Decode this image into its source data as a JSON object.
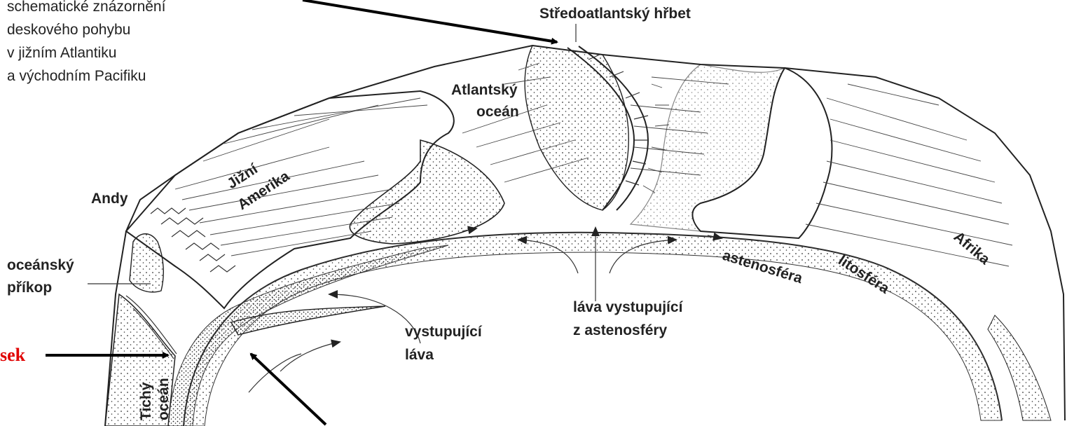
{
  "caption": {
    "line1": "schematické znázornění",
    "line2": "deskového pohybu",
    "line3": "v jižním Atlantiku",
    "line4": "a východním Pacifiku"
  },
  "labels": {
    "ridge": "Středoatlantský hřbet",
    "atlantic_1": "Atlantský",
    "atlantic_2": "oceán",
    "south_america_1": "Jižní",
    "south_america_2": "Amerika",
    "andes": "Andy",
    "trench_1": "oceánský",
    "trench_2": "příkop",
    "pacific_1": "Tichý",
    "pacific_2": "oceán",
    "rising_lava_1": "vystupující",
    "rising_lava_2": "láva",
    "lava_astheno_1": "láva vystupující",
    "lava_astheno_2": "z astenosféry",
    "asthenosphere": "astenosféra",
    "lithosphere": "litosféra",
    "africa": "Afrika",
    "cut_left": "sek"
  },
  "colors": {
    "annotation_red": "#e00000",
    "ink": "#222222",
    "pointer_arrow": "#000000"
  }
}
